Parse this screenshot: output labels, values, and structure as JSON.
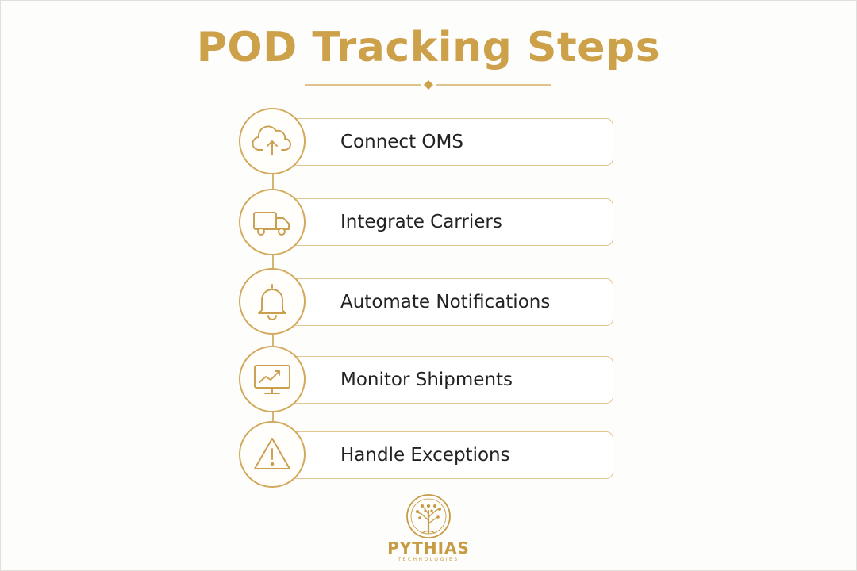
{
  "title": "POD Tracking Steps",
  "colors": {
    "accent": "#cda04a",
    "text": "#222222",
    "card_border": "#e1c690"
  },
  "steps": [
    {
      "label": "Connect OMS",
      "icon": "cloud-upload-icon"
    },
    {
      "label": "Integrate Carriers",
      "icon": "truck-icon"
    },
    {
      "label": "Automate Notifications",
      "icon": "bell-icon"
    },
    {
      "label": "Monitor Shipments",
      "icon": "monitor-chart-icon"
    },
    {
      "label": "Handle Exceptions",
      "icon": "warning-icon"
    }
  ],
  "brand": {
    "name": "PYTHIAS",
    "tagline": "TECHNOLOGIES",
    "logo_icon": "tree-emblem-icon"
  }
}
